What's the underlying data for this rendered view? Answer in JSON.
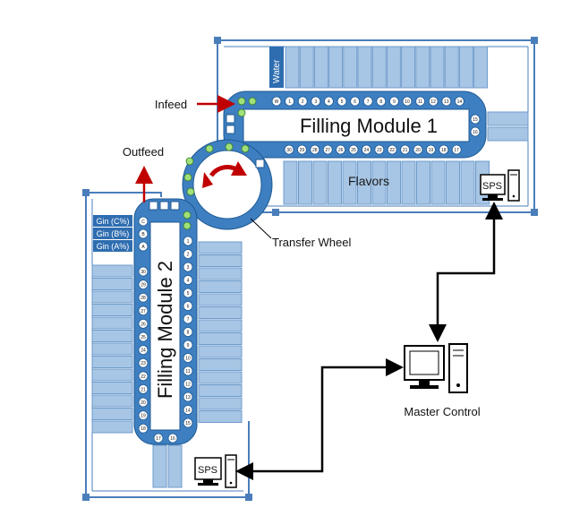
{
  "labels": {
    "infeed": "Infeed",
    "outfeed": "Outfeed",
    "module1": "Filling Module 1",
    "module2": "Filling Module 2",
    "transfer_wheel": "Transfer Wheel",
    "flavors": "Flavors",
    "water": "Water",
    "master_control": "Master Control",
    "sps_top": "SPS",
    "sps_bottom": "SPS"
  },
  "module1": {
    "top_positions": [
      "W",
      "1",
      "2",
      "3",
      "4",
      "5",
      "6",
      "7",
      "8",
      "9",
      "10",
      "11",
      "12",
      "13",
      "14"
    ],
    "right_positions": [
      "15",
      "16"
    ],
    "bottom_positions": [
      "30",
      "29",
      "28",
      "27",
      "26",
      "25",
      "24",
      "23",
      "22",
      "21",
      "20",
      "19",
      "18",
      "17"
    ]
  },
  "module2": {
    "gin_labels": [
      "Gin (C%)",
      "Gin (B%)",
      "Gin (A%)"
    ],
    "gin_positions": [
      "C",
      "B",
      "A"
    ],
    "left_positions": [
      "30",
      "29",
      "28",
      "27",
      "26",
      "25",
      "24",
      "23",
      "22",
      "21",
      "20",
      "19",
      "18"
    ],
    "bottom_positions": [
      "17",
      "16"
    ],
    "right_positions": [
      "1",
      "2",
      "3",
      "4",
      "5",
      "6",
      "7",
      "8",
      "9",
      "10",
      "11",
      "12",
      "13",
      "14",
      "15"
    ]
  },
  "colors": {
    "conveyor": "#3d7fc0",
    "conveyor_edge": "#1f5a94",
    "tank": "#a7c5e4",
    "tank_edge": "#6f9ccc",
    "frame": "#4a7ebb",
    "arrow": "#c00000",
    "link": "#000000"
  }
}
